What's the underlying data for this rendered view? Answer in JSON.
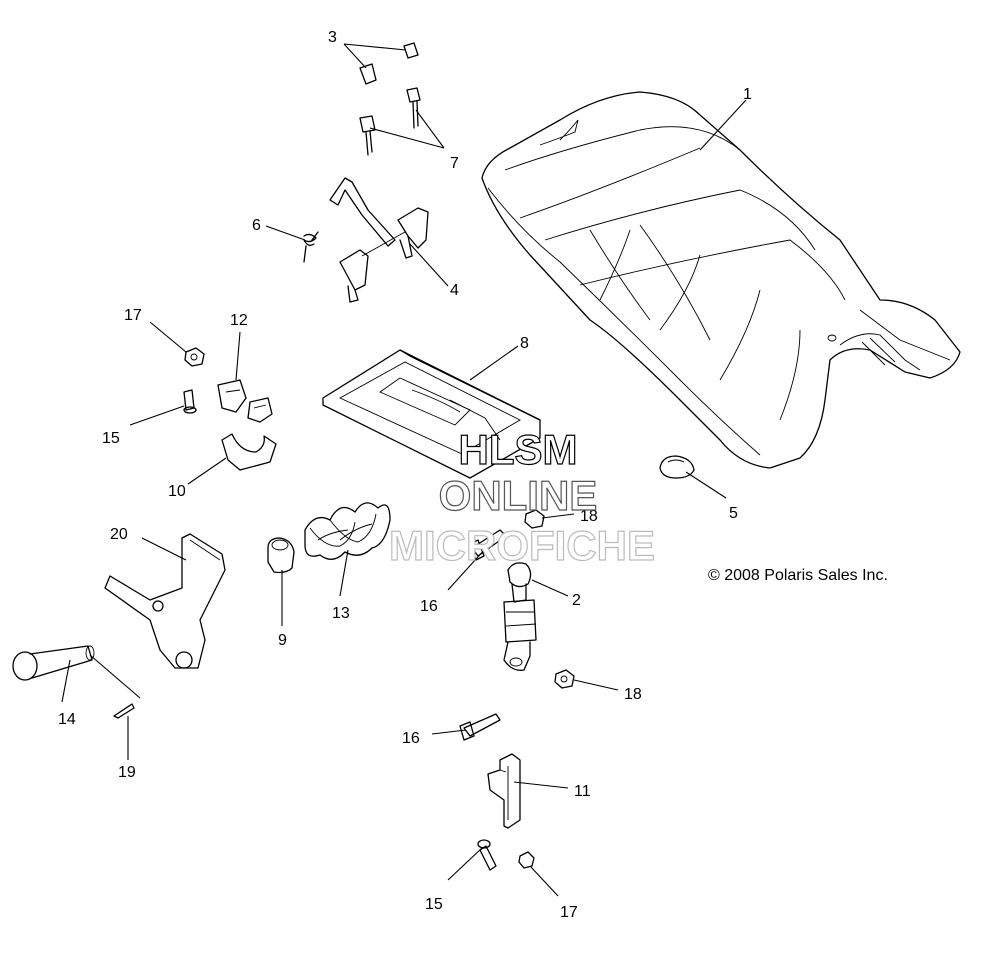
{
  "callouts": {
    "c1": "1",
    "c2": "2",
    "c3": "3",
    "c4": "4",
    "c5": "5",
    "c6": "6",
    "c7": "7",
    "c8": "8",
    "c9": "9",
    "c10": "10",
    "c11": "11",
    "c12": "12",
    "c13": "13",
    "c14": "14",
    "c15a": "15",
    "c15b": "15",
    "c16a": "16",
    "c16b": "16",
    "c17a": "17",
    "c17b": "17",
    "c18a": "18",
    "c18b": "18",
    "c19": "19",
    "c20": "20"
  },
  "copyright": "© 2008 Polaris Sales Inc.",
  "watermark": {
    "line1": "HLSM",
    "line2": "ONLINE",
    "line3": "MICROFICHE"
  }
}
